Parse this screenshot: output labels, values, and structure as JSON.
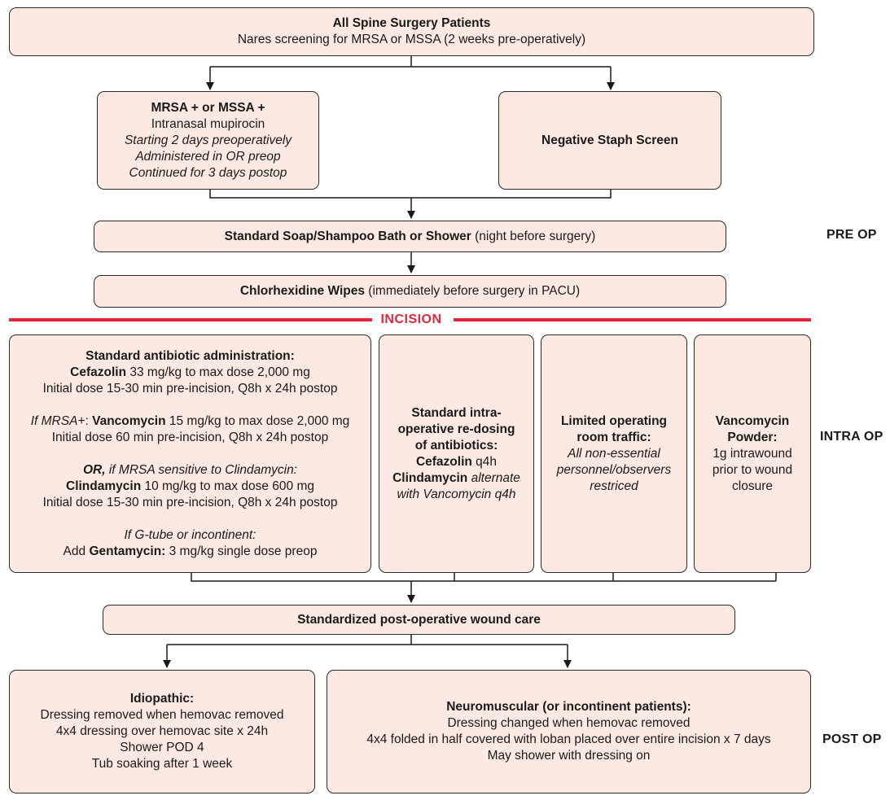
{
  "top": {
    "title": "All Spine Surgery Patients",
    "subtitle": "Nares screening for MRSA or MSSA (2 weeks pre-operatively)"
  },
  "mrsa_box": {
    "title": "MRSA + or MSSA +",
    "line1": "Intranasal mupirocin",
    "line2": "Starting 2 days preoperatively",
    "line3": "Administered in OR preop",
    "line4": "Continued for 3 days postop"
  },
  "negative_box": {
    "title": "Negative Staph Screen"
  },
  "bath_box": {
    "bold": "Standard Soap/Shampoo Bath or Shower",
    "rest": " (night before surgery)"
  },
  "wipes_box": {
    "bold": "Chlorhexidine Wipes",
    "rest": " (immediately before surgery in PACU)"
  },
  "incision": {
    "label": "INCISION"
  },
  "antibiotic_box": {
    "title": "Standard antibiotic administration:",
    "cef_drug": "Cefazolin",
    "cef_dose": " 33 mg/kg to max dose 2,000 mg",
    "cef_initial": "Initial dose 15-30 min pre-incision, Q8h x 24h postop",
    "vanc_cond": "If MRSA+",
    "vanc_colon": ": ",
    "vanc_drug": "Vancomycin",
    "vanc_dose": " 15 mg/kg to max dose 2,000 mg",
    "vanc_initial": "Initial dose 60 min pre-incision, Q8h x 24h postop",
    "or_label": "OR,",
    "or_cond": " if MRSA sensitive to Clindamycin:",
    "clinda_drug": "Clindamycin",
    "clinda_dose": " 10 mg/kg to max dose 600 mg",
    "clinda_initial": "Initial dose 15-30 min pre-incision, Q8h x 24h postop",
    "gtube_cond": "If G-tube or incontinent:",
    "gent_prefix": "Add ",
    "gent_drug": "Gentamycin:",
    "gent_dose": " 3 mg/kg single dose preop"
  },
  "redosing_box": {
    "title1": "Standard intra-",
    "title2": "operative re-dosing",
    "title3": "of antibiotics:",
    "cef_drug": "Cefazolin",
    "cef_freq": " q4h",
    "clinda_drug": "Clindamycin",
    "clinda_alt": " alternate",
    "clinda_line2": "with Vancomycin q4h"
  },
  "traffic_box": {
    "title1": "Limited operating",
    "title2": "room traffic:",
    "line1": "All non-essential",
    "line2": "personnel/observers",
    "line3": "restriced"
  },
  "powder_box": {
    "title1": "Vancomycin",
    "title2": "Powder:",
    "line1": "1g intrawound",
    "line2": "prior to wound",
    "line3": "closure"
  },
  "wound_care_box": {
    "title": "Standardized post-operative wound care"
  },
  "idiopathic_box": {
    "title": "Idiopathic:",
    "line1": "Dressing removed when hemovac removed",
    "line2": "4x4 dressing over hemovac site x 24h",
    "line3": "Shower POD 4",
    "line4": "Tub soaking after 1 week"
  },
  "neuromuscular_box": {
    "title": "Neuromuscular (or incontinent patients):",
    "line1": "Dressing changed when hemovac removed",
    "line2": "4x4 folded in half covered with loban placed over entire incision x 7 days",
    "line3": "May shower with dressing on"
  },
  "phases": {
    "pre_op": "PRE OP",
    "intra_op": "INTRA OP",
    "post_op": "POST OP"
  },
  "colors": {
    "box_fill": "#fce9e2",
    "border": "#2a2a2a",
    "incision": "#e3263a"
  }
}
